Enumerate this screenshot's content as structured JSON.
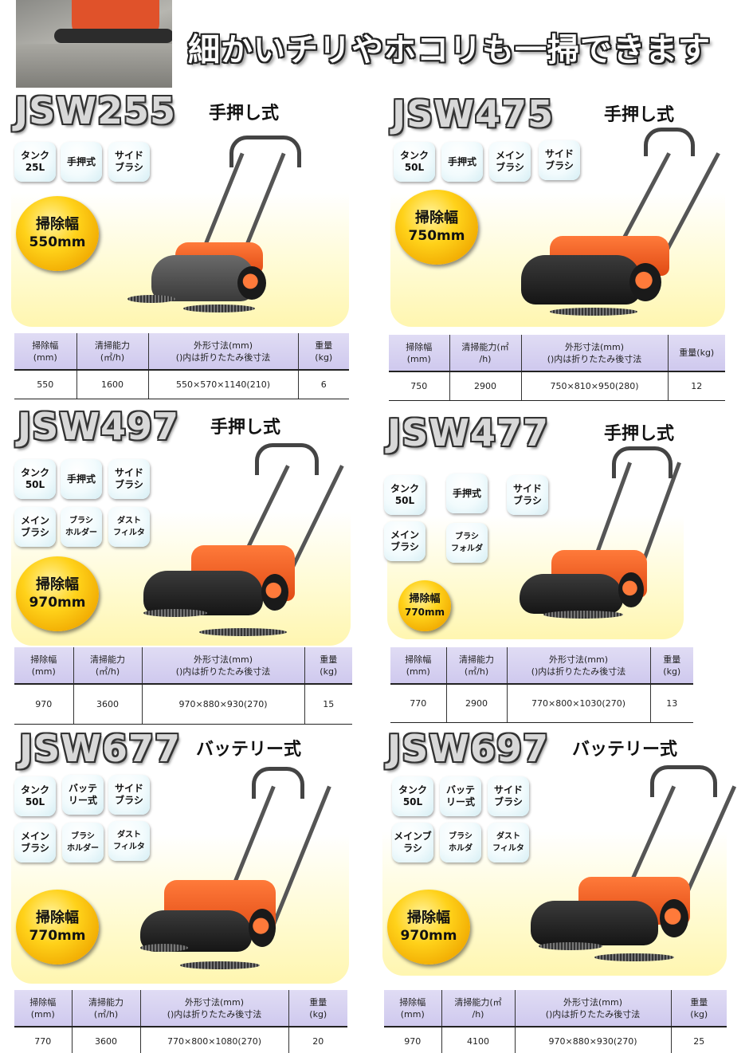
{
  "header": {
    "title": "細かいチリやホコリも一掃できます"
  },
  "spec_headers": {
    "width": "掃除幅\n(mm)",
    "capacity_a": "清掃能力\n(㎡/h)",
    "capacity_b": "清掃能力(㎡\n/h)",
    "dims": "外形寸法(mm)\n()内は折りたたみ後寸法",
    "weight": "重量\n(kg)",
    "weight_b": "重量(kg)"
  },
  "width_label": "掃除幅",
  "products": [
    {
      "model": "JSW255",
      "type": "手押し式",
      "badges": [
        "タンク\n25L",
        "手押式",
        "サイド\nブラシ"
      ],
      "sweep_width": "550mm",
      "spec": {
        "width": "550",
        "capacity": "1600",
        "dims": "550×570×1140(210)",
        "weight": "6"
      }
    },
    {
      "model": "JSW475",
      "type": "手押し式",
      "badges": [
        "タンク\n50L",
        "手押式",
        "メイン\nブラシ",
        "サイド\nブラシ"
      ],
      "sweep_width": "750mm",
      "spec": {
        "width": "750",
        "capacity": "2900",
        "dims": "750×810×950(280)",
        "weight": "12"
      }
    },
    {
      "model": "JSW497",
      "type": "手押し式",
      "badges": [
        "タンク\n50L",
        "手押式",
        "サイド\nブラシ",
        "メイン\nブラシ",
        "ブラシ\nホルダー",
        "ダスト\nフィルタ"
      ],
      "sweep_width": "970mm",
      "spec": {
        "width": "970",
        "capacity": "3600",
        "dims": "970×880×930(270)",
        "weight": "15"
      }
    },
    {
      "model": "JSW477",
      "type": "手押し式",
      "badges": [
        "タンク\n50L",
        "手押式",
        "サイド\nブラシ",
        "メイン\nブラシ",
        "ブラシ\nフォルダ"
      ],
      "sweep_width": "770mm",
      "spec": {
        "width": "770",
        "capacity": "2900",
        "dims": "770×800×1030(270)",
        "weight": "13"
      }
    },
    {
      "model": "JSW677",
      "type": "バッテリー式",
      "badges": [
        "タンク\n50L",
        "バッテ\nリー式",
        "サイド\nブラシ",
        "メイン\nブラシ",
        "ブラシ\nホルダー",
        "ダスト\nフィルタ"
      ],
      "sweep_width": "770mm",
      "spec": {
        "width": "770",
        "capacity": "3600",
        "dims": "770×800×1080(270)",
        "weight": "20"
      }
    },
    {
      "model": "JSW697",
      "type": "バッテリー式",
      "badges": [
        "タンク\n50L",
        "バッテ\nリー式",
        "サイド\nブラシ",
        "メインブ\nラシ",
        "ブラシ\nホルダ",
        "ダスト\nフィルタ"
      ],
      "sweep_width": "970mm",
      "spec": {
        "width": "970",
        "capacity": "4100",
        "dims": "970×880×930(270)",
        "weight": "25"
      }
    }
  ]
}
